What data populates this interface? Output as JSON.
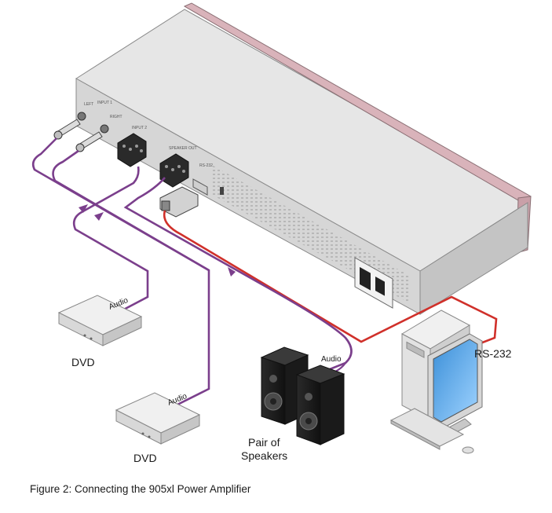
{
  "labels": {
    "dvd_top": "DVD",
    "dvd_bottom": "DVD",
    "audio_dvd_top": "Audio",
    "audio_dvd_bottom": "Audio",
    "audio_speakers": "Audio",
    "speakers_line1": "Pair of",
    "speakers_line2": "Speakers",
    "rs232": "RS-232"
  },
  "panel_labels": {
    "left": "LEFT",
    "input1": "INPUT 1",
    "right": "RIGHT",
    "input2": "INPUT 2",
    "speaker_out": "SPEAKER OUT",
    "rs232_port": "RS-232"
  },
  "caption": "Figure 2: Connecting the 905xl Power Amplifier",
  "colors": {
    "audio_cable": "#7b3f8c",
    "rs232_cable": "#d0302a",
    "chassis_top": "#e4e4e4",
    "chassis_side": "#cfcfcf",
    "rails": "#c9a0a8"
  }
}
